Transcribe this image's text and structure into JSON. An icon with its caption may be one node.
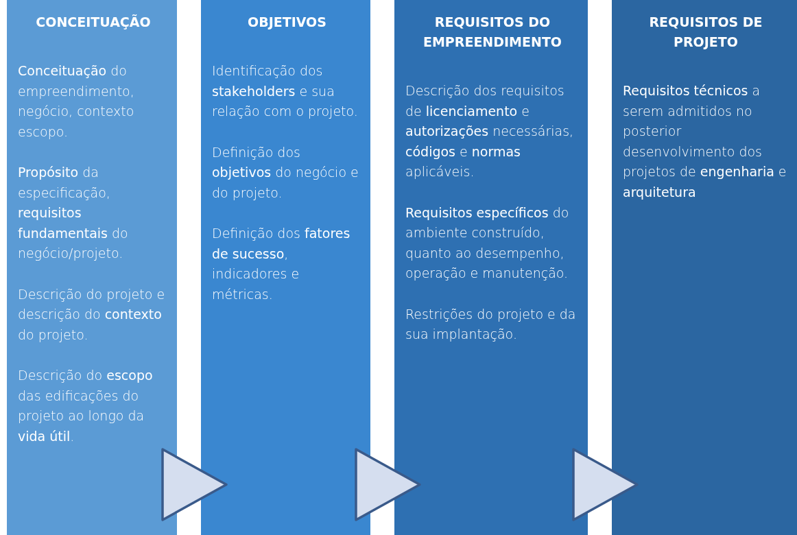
{
  "diagram": {
    "nodes": [
      {
        "text": [
          "CONCEITUAÇÃO",
          "**Conceituação** do empreendimento, negócio, contexto escopo.",
          "**Propósito** da especificação, **requisitos fundamentais** do negócio/projeto.",
          "Descrição do projeto e descrição do **contexto** do projeto.",
          "Descrição do **escopo** das edificações do projeto ao longo da **vida útil**."
        ]
      },
      {
        "text": [
          "OBJETIVOS",
          "Identificação dos **stakeholders** e sua relação com o projeto.",
          "Definição dos **objetivos** do negócio e do projeto.",
          "Definição dos **fatores de sucesso**, indicadores e métricas."
        ]
      },
      {
        "text": [
          "REQUISITOS DO EMPREENDIMENTO",
          "Descrição dos requisitos de **licenciamento** e **autorizações** necessárias, **códigos** e **normas** aplicáveis.",
          "**Requisitos específicos** do ambiente construído, quanto ao desempenho, operação e manutenção.",
          "Restrições do projeto e da sua implantação."
        ]
      },
      {
        "text": [
          "REQUISITOS DE PROJETO",
          "**Requisitos técnicos** a serem admitidos no posterior desenvolvimento dos projetos de **engenharia** e **arquitetura**"
        ]
      }
    ],
    "edges": [
      {
        "from": 0,
        "to": 1,
        "arrow": "to"
      },
      {
        "from": 1,
        "to": 2,
        "arrow": "to"
      },
      {
        "from": 2,
        "to": 3,
        "arrow": "to"
      }
    ]
  }
}
